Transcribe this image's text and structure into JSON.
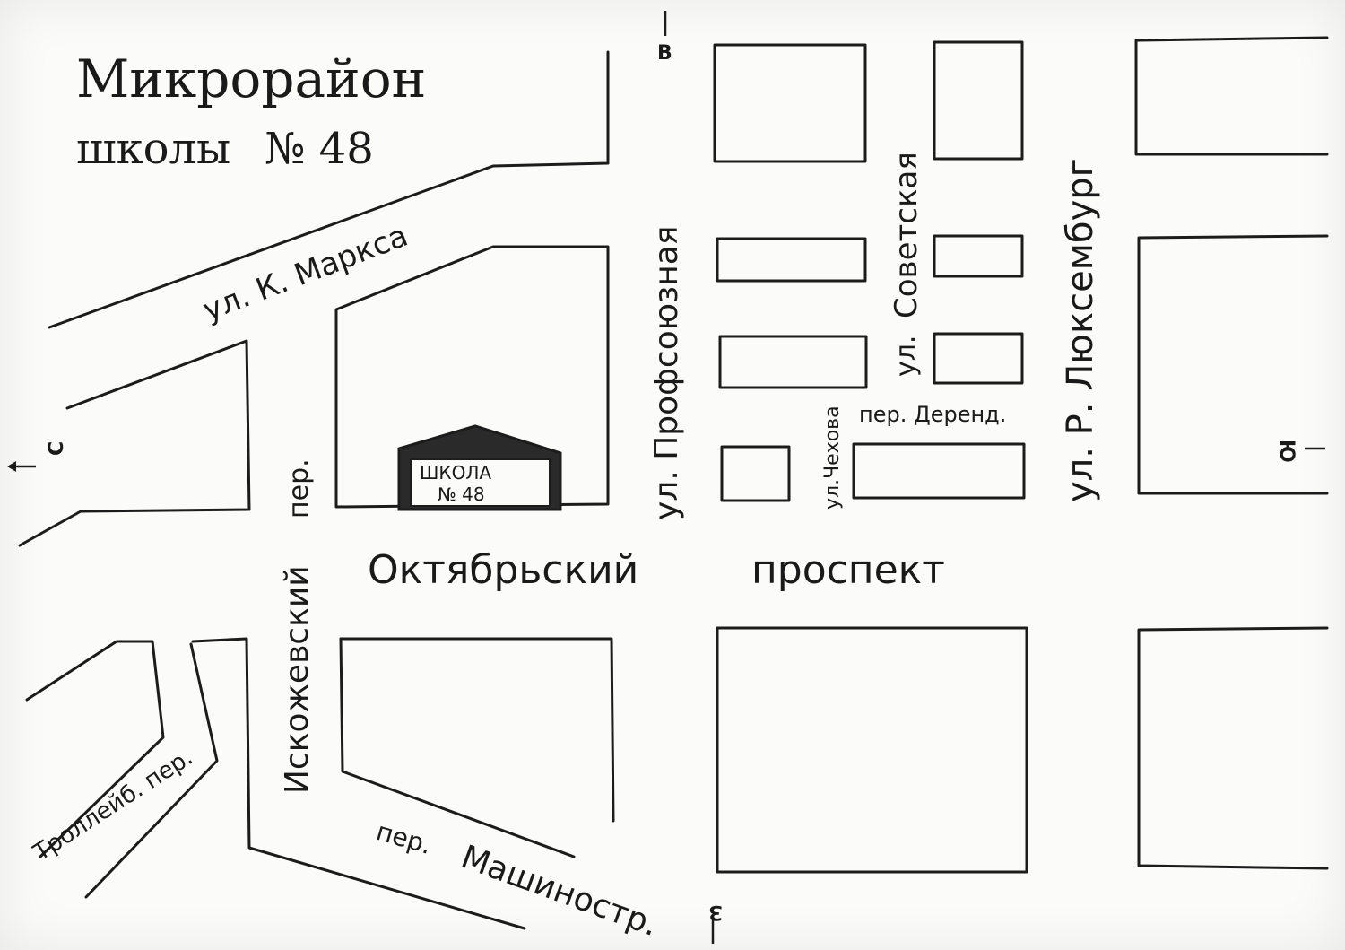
{
  "title": {
    "line1": "Микрорайон",
    "line2": "школы",
    "number": "№ 48"
  },
  "school": {
    "line1": "ШКОЛА",
    "line2": "№ 48"
  },
  "streets": {
    "k_marksa": "ул. К. Маркса",
    "profsoyuznaya": "ул. Профсоюзная",
    "sovetskaya_prefix": "ул.",
    "sovetskaya": "Советская",
    "chekhova": "ул.Чехова",
    "derend": "пер. Деренд.",
    "luxemburg": "ул. Р. Люксембург",
    "oktyabrsky": "Октябрьский",
    "prospekt": "проспект",
    "iskozhevsky": "Искожевский",
    "iskozhevsky_per": "пер.",
    "trolleyb": "Троллейб. пер.",
    "mashinostr_per": "пер.",
    "mashinostr": "Машиностр."
  },
  "compass": {
    "north": "С",
    "east": "В",
    "south": "Ю",
    "west": "З"
  },
  "colors": {
    "ink": "#1c1c1c",
    "paper": "#fbfbf9",
    "school_fill": "#2a2a2a"
  }
}
